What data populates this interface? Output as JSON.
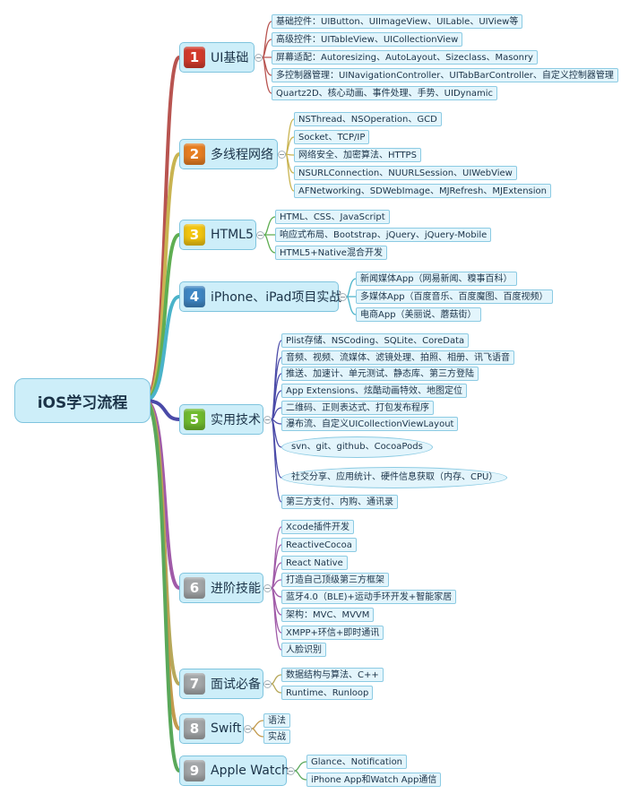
{
  "root": {
    "label": "iOS学习流程"
  },
  "branches": [
    {
      "num": "1",
      "label": "UI基础",
      "badge_color": "#d23b2c",
      "line_color": "#b85450",
      "leaves": [
        "基础控件：UIButton、UIImageView、UILable、UIView等",
        "高级控件：UITableView、UICollectionView",
        "屏幕适配：Autoresizing、AutoLayout、Sizeclass、Masonry",
        "多控制器管理：UINavigationController、UITabBarController、自定义控制器管理",
        "Quartz2D、核心动画、事件处理、手势、UIDynamic"
      ]
    },
    {
      "num": "2",
      "label": "多线程网络",
      "badge_color": "#e67e22",
      "line_color": "#c9b451",
      "leaves": [
        "NSThread、NSOperation、GCD",
        "Socket、TCP/IP",
        "网络安全、加密算法、HTTPS",
        "NSURLConnection、NUURLSession、UIWebView",
        "AFNetworking、SDWebImage、MJRefresh、MJExtension"
      ]
    },
    {
      "num": "3",
      "label": "HTML5",
      "badge_color": "#f1c40f",
      "line_color": "#5fae52",
      "leaves": [
        "HTML、CSS、JavaScript",
        "响应式布局、Bootstrap、jQuery、jQuery-Mobile",
        "HTML5+Native混合开发"
      ]
    },
    {
      "num": "4",
      "label": "iPhone、iPad项目实战",
      "badge_color": "#3f86c3",
      "line_color": "#4ab3c9",
      "leaves": [
        "新闻媒体App（网易新闻、糗事百科）",
        "多媒体App（百度音乐、百度魔图、百度视频）",
        "电商App（美丽说、蘑菇街）"
      ]
    },
    {
      "num": "5",
      "label": "实用技术",
      "badge_color": "#6fbb2e",
      "line_color": "#4a4aa8",
      "leaves": [
        "Plist存储、NSCoding、SQLite、CoreData",
        "音频、视频、流媒体、滤镜处理、拍照、相册、讯飞语音",
        "推送、加速计、单元测试、静态库、第三方登陆",
        "App Extensions、炫酷动画特效、地图定位",
        "二维码、正则表达式、打包发布程序",
        "瀑布流、自定义UICollectionViewLayout",
        "svn、git、github、CocoaPods",
        "社交分享、应用统计、硬件信息获取（内存、CPU）",
        "第三方支付、内购、通讯录"
      ]
    },
    {
      "num": "6",
      "label": "进阶技能",
      "badge_color": "#a3a6a8",
      "line_color": "#a05aa8",
      "leaves": [
        "Xcode插件开发",
        "ReactiveCocoa",
        "React Native",
        "打造自己顶级第三方框架",
        "蓝牙4.0（BLE)+运动手环开发+智能家居",
        "架构：MVC、MVVM",
        "XMPP+环信+即时通讯",
        "人脸识别"
      ]
    },
    {
      "num": "7",
      "label": "面试必备",
      "badge_color": "#a3a6a8",
      "line_color": "#b7a85a",
      "leaves": [
        "数据结构与算法、C++",
        "Runtime、Runloop"
      ]
    },
    {
      "num": "8",
      "label": "Swift",
      "badge_color": "#a3a6a8",
      "line_color": "#c29a4d",
      "leaves": [
        "语法",
        "实战"
      ]
    },
    {
      "num": "9",
      "label": "Apple Watch",
      "badge_color": "#a3a6a8",
      "line_color": "#5aa85a",
      "leaves": [
        "Glance、Notification",
        "iPhone App和Watch App通信"
      ]
    }
  ]
}
